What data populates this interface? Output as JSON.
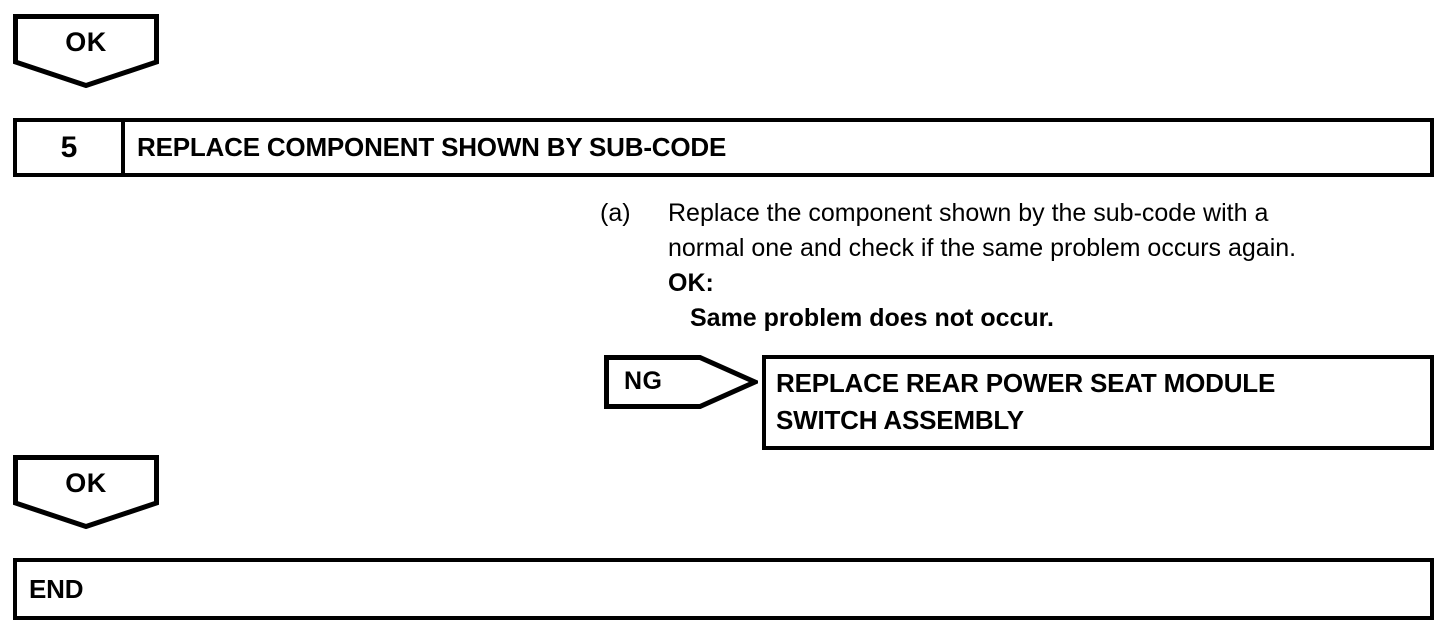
{
  "document": {
    "type": "diagnostic-flowchart",
    "ink_color": "#000000",
    "paper_color": "#ffffff"
  },
  "top_connector": {
    "shape": "pentagon-down",
    "label": "OK"
  },
  "step": {
    "number": "5",
    "title": "REPLACE COMPONENT SHOWN BY SUB-CODE"
  },
  "procedure": {
    "marker": "(a)",
    "lines": [
      "Replace the component shown by the sub-code with a",
      "normal one and check if the same problem occurs again."
    ],
    "result_label": "OK:",
    "result_detail": "Same problem does not occur."
  },
  "ng_branch": {
    "connector": {
      "shape": "pentagon-right",
      "label": "NG"
    },
    "result": {
      "lines": [
        "REPLACE REAR POWER SEAT MODULE",
        "SWITCH ASSEMBLY"
      ]
    }
  },
  "bottom_connector": {
    "shape": "pentagon-down",
    "label": "OK"
  },
  "end": {
    "label": "END"
  }
}
